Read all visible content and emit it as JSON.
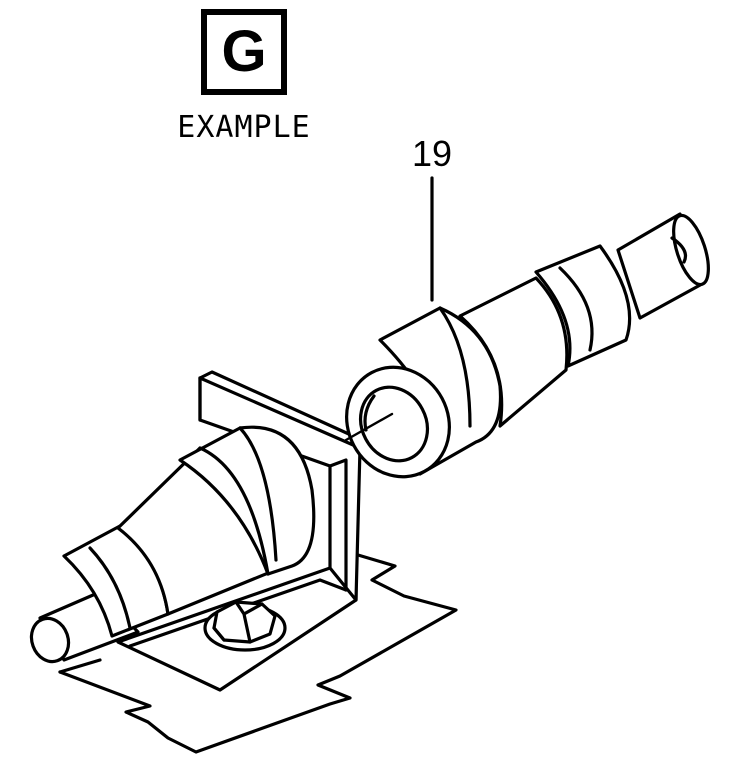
{
  "view": {
    "letter": "G",
    "caption": "EXAMPLE"
  },
  "callouts": [
    {
      "number": "19"
    }
  ]
}
